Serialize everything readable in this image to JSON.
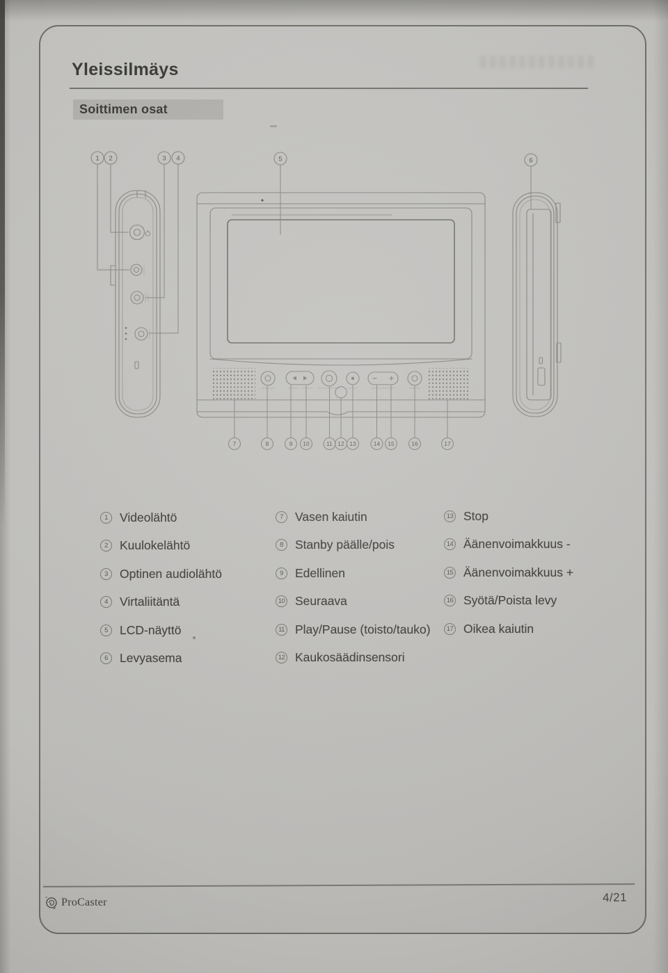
{
  "page": {
    "title": "Yleissilmäys",
    "section_heading": "Soittimen osat",
    "brand": "ProCaster",
    "page_number": "4/21"
  },
  "diagram": {
    "description": "line drawing of portable DVD player: left side view, front view, right side view",
    "callouts": [
      "1",
      "2",
      "3",
      "4",
      "5",
      "6",
      "7",
      "8",
      "9",
      "10",
      "11",
      "12",
      "13",
      "14",
      "15",
      "16",
      "17"
    ]
  },
  "legend": {
    "columns": [
      {
        "items": [
          {
            "num": "1",
            "label": "Videolähtö"
          },
          {
            "num": "2",
            "label": "Kuulokelähtö"
          },
          {
            "num": "3",
            "label": "Optinen audiolähtö"
          },
          {
            "num": "4",
            "label": "Virtaliitäntä"
          },
          {
            "num": "5",
            "label": "LCD-näyttö"
          },
          {
            "num": "6",
            "label": "Levyasema"
          }
        ]
      },
      {
        "items": [
          {
            "num": "7",
            "label": "Vasen kaiutin"
          },
          {
            "num": "8",
            "label": "Stanby päälle/pois"
          },
          {
            "num": "9",
            "label": "Edellinen"
          },
          {
            "num": "10",
            "label": "Seuraava"
          },
          {
            "num": "11",
            "label": "Play/Pause (toisto/tauko)"
          },
          {
            "num": "12",
            "label": "Kaukosäädinsensori"
          }
        ]
      },
      {
        "items": [
          {
            "num": "13",
            "label": "Stop"
          },
          {
            "num": "14",
            "label": "Äänenvoimakkuus -"
          },
          {
            "num": "15",
            "label": "Äänenvoimakkuus +"
          },
          {
            "num": "16",
            "label": "Syötä/Poista levy"
          },
          {
            "num": "17",
            "label": "Oikea kaiutin"
          }
        ]
      }
    ]
  },
  "colors": {
    "paper": "#c2c1be",
    "ink": "#3a3a38",
    "line": "#86857f",
    "border": "#6f6f6a",
    "highlight": "#b1b0ac"
  }
}
